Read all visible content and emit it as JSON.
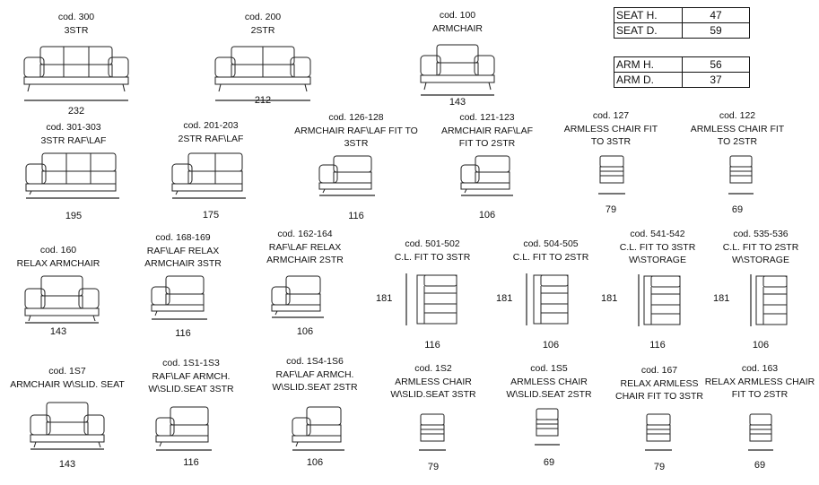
{
  "specs": [
    {
      "label": "SEAT H.",
      "value": "47"
    },
    {
      "label": "SEAT D.",
      "value": "59"
    },
    {
      "label": "ARM H.",
      "value": "56"
    },
    {
      "label": "ARM D.",
      "value": "37"
    }
  ],
  "items": [
    {
      "code": "cod. 300",
      "desc": [
        "3STR"
      ],
      "dim": "232",
      "icon": "sofa-3str-icon"
    },
    {
      "code": "cod. 200",
      "desc": [
        "2STR"
      ],
      "dim": "212",
      "icon": "sofa-2str-icon"
    },
    {
      "code": "cod. 100",
      "desc": [
        "ARMCHAIR"
      ],
      "dim": "143",
      "icon": "armchair-icon"
    },
    {
      "code": "cod. 301-303",
      "desc": [
        "3STR RAF\\LAF"
      ],
      "dim": "195",
      "icon": "sofa-3str-one-arm-icon"
    },
    {
      "code": "cod. 201-203",
      "desc": [
        "2STR RAF\\LAF"
      ],
      "dim": "175",
      "icon": "sofa-2str-one-arm-icon"
    },
    {
      "code": "cod. 126-128",
      "desc": [
        "ARMCHAIR RAF\\LAF FIT TO",
        "3STR"
      ],
      "dim": "116",
      "icon": "armchair-one-arm-icon"
    },
    {
      "code": "cod. 121-123",
      "desc": [
        "ARMCHAIR RAF\\LAF",
        "FIT TO 2STR"
      ],
      "dim": "106",
      "icon": "armchair-one-arm-icon"
    },
    {
      "code": "cod. 127",
      "desc": [
        "ARMLESS CHAIR FIT",
        "TO 3STR"
      ],
      "dim": "79",
      "icon": "armless-chair-icon"
    },
    {
      "code": "cod. 122",
      "desc": [
        "ARMLESS CHAIR FIT",
        "TO 2STR"
      ],
      "dim": "69",
      "icon": "armless-chair-icon"
    },
    {
      "code": "cod. 160",
      "desc": [
        "RELAX ARMCHAIR"
      ],
      "dim": "143",
      "icon": "relax-armchair-icon"
    },
    {
      "code": "cod. 168-169",
      "desc": [
        "RAF\\LAF RELAX",
        "ARMCHAIR 3STR"
      ],
      "dim": "116",
      "icon": "relax-one-arm-icon"
    },
    {
      "code": "cod. 162-164",
      "desc": [
        "RAF\\LAF RELAX",
        "ARMCHAIR 2STR"
      ],
      "dim": "106",
      "icon": "relax-one-arm-icon"
    },
    {
      "code": "cod. 501-502",
      "desc": [
        "C.L. FIT TO 3STR"
      ],
      "dim": "116",
      "side": "181",
      "icon": "chaise-longue-icon"
    },
    {
      "code": "cod. 504-505",
      "desc": [
        "C.L. FIT TO 2STR"
      ],
      "dim": "106",
      "side": "181",
      "icon": "chaise-longue-icon"
    },
    {
      "code": "cod. 541-542",
      "desc": [
        "C.L. FIT TO 3STR",
        "W\\STORAGE"
      ],
      "dim": "116",
      "side": "181",
      "icon": "chaise-longue-icon"
    },
    {
      "code": "cod. 535-536",
      "desc": [
        "C.L. FIT TO 2STR",
        "W\\STORAGE"
      ],
      "dim": "106",
      "side": "181",
      "icon": "chaise-longue-icon"
    },
    {
      "code": "cod. 1S7",
      "desc": [
        "ARMCHAIR W\\SLID. SEAT"
      ],
      "dim": "143",
      "icon": "sliding-armchair-icon"
    },
    {
      "code": "cod. 1S1-1S3",
      "desc": [
        "RAF\\LAF ARMCH.",
        "W\\SLID.SEAT 3STR"
      ],
      "dim": "116",
      "icon": "sliding-one-arm-icon"
    },
    {
      "code": "cod. 1S4-1S6",
      "desc": [
        "RAF\\LAF ARMCH.",
        "W\\SLID.SEAT 2STR"
      ],
      "dim": "106",
      "icon": "sliding-one-arm-icon"
    },
    {
      "code": "cod. 1S2",
      "desc": [
        "ARMLESS CHAIR",
        "W\\SLID.SEAT 3STR"
      ],
      "dim": "79",
      "icon": "armless-chair-icon"
    },
    {
      "code": "cod. 1S5",
      "desc": [
        "ARMLESS CHAIR",
        "W\\SLID.SEAT 2STR"
      ],
      "dim": "69",
      "icon": "armless-chair-icon"
    },
    {
      "code": "cod. 167",
      "desc": [
        "RELAX ARMLESS",
        "CHAIR FIT TO 3STR"
      ],
      "dim": "79",
      "icon": "armless-chair-icon"
    },
    {
      "code": "cod. 163",
      "desc": [
        "RELAX ARMLESS CHAIR",
        "FIT TO 2STR"
      ],
      "dim": "69",
      "icon": "armless-chair-icon"
    }
  ]
}
